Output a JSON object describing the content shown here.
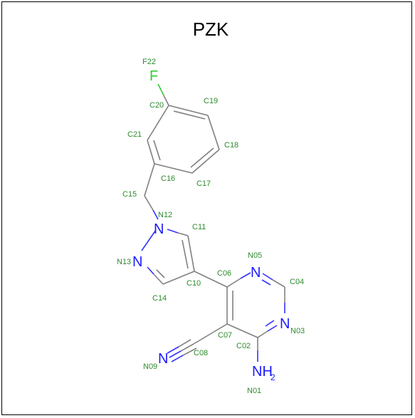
{
  "molecule": {
    "title": "PZK",
    "elements": {
      "F22": "F",
      "N12": "N",
      "N13": "N",
      "N05": "N",
      "N03": "N",
      "N09": "N",
      "N01": "NH",
      "N01_sub": "2"
    },
    "atoms": {
      "F22": "F22",
      "C20": "C20",
      "C19": "C19",
      "C21": "C21",
      "C18": "C18",
      "C16": "C16",
      "C17": "C17",
      "C15": "C15",
      "N12": "N12",
      "C11": "C11",
      "N13": "N13",
      "N05": "N05",
      "C06": "C06",
      "C10": "C10",
      "C04": "C04",
      "C14": "C14",
      "N03": "N03",
      "C07": "C07",
      "C02": "C02",
      "C08": "C08",
      "N09": "N09",
      "N01": "N01"
    }
  },
  "colors": {
    "carbon_bond": "#808080",
    "nitrogen": "#1a1aff",
    "fluorine": "#33cc33",
    "label": "#2e8b2e"
  }
}
